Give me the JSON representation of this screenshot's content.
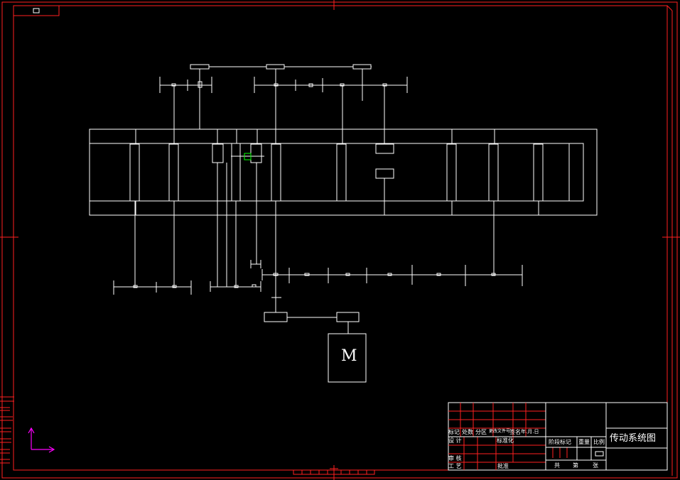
{
  "drawing": {
    "title": "传动系统图",
    "motor_label": "M"
  },
  "title_block": {
    "row1": [
      "标记",
      "处数",
      "分区",
      "更改文件号",
      "签名",
      "年.月.日"
    ],
    "design_label": "设 计",
    "standardization_label": "标准化",
    "stage_mark_label": "阶段标记",
    "weight_label": "重量",
    "scale_label": "比例",
    "review_label": "审 核",
    "process_label": "工 艺",
    "approve_label": "批准",
    "sheets_total_label": "共",
    "sheet_label": "第",
    "sheet_unit_label": "张"
  },
  "colors": {
    "background": "#000000",
    "lines": "#ffffff",
    "frame": "#ff2020",
    "ucs": "#ff00ff",
    "cursor": "#00ff00"
  },
  "icons": {
    "ucs": "ucs-axis-icon",
    "cursor": "crosshair-cursor-icon"
  }
}
